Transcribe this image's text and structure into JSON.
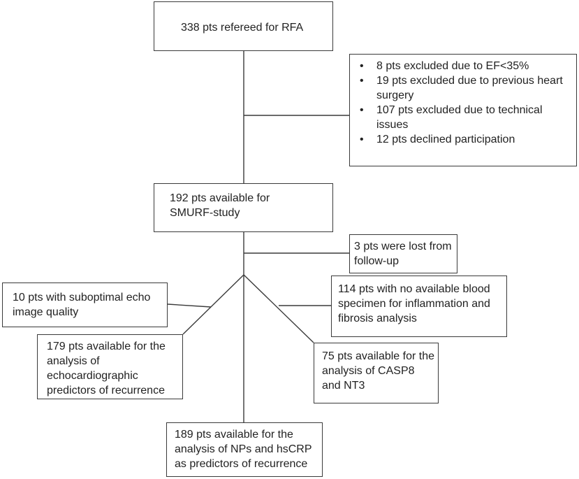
{
  "diagram": {
    "referred": "338 pts refereed for RFA",
    "exclusions": [
      "8  pts excluded due to EF<35%",
      "19 pts excluded due to previous heart surgery",
      "107 pts excluded due to technical issues",
      "12 pts declined participation"
    ],
    "available_study": "192 pts available for SMURF-study",
    "lost_followup": "3 pts were lost from follow-up",
    "suboptimal_echo": "10 pts with suboptimal echo image quality",
    "no_blood_specimen": "114 pts with no available blood specimen for inflammation and fibrosis analysis",
    "echo_analysis": "179 pts available for the analysis of echocardiographic predictors of recurrence",
    "casp8_analysis": "75 pts available for the analysis of CASP8 and NT3",
    "nps_analysis": "189 pts available for the analysis of NPs and hsCRP as predictors of recurrence",
    "bullet_symbol": "•"
  }
}
